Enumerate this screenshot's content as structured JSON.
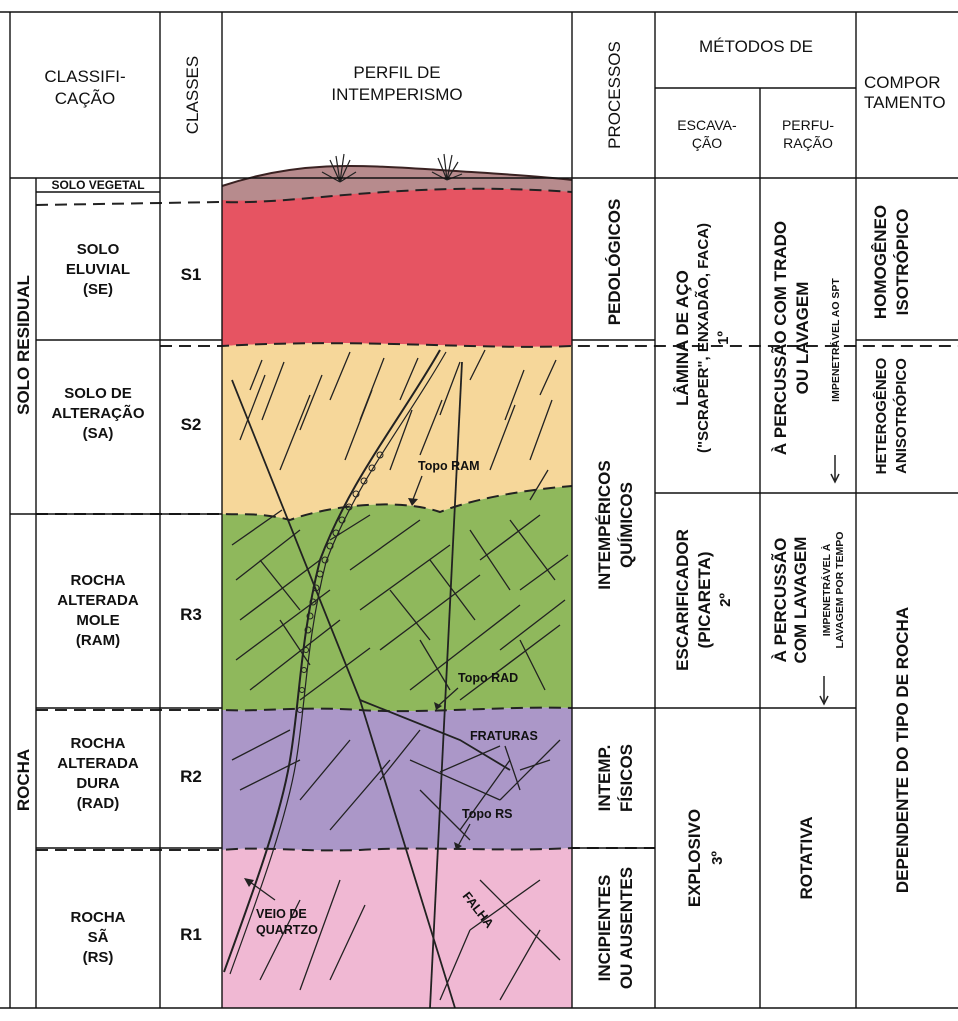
{
  "header": {
    "classificacao": [
      "CLASSIFI-",
      "CAÇÃO"
    ],
    "classes": "CLASSES",
    "perfil": [
      "PERFIL DE",
      "INTEMPERISMO"
    ],
    "processos": "PROCESSOS",
    "metodos": "MÉTODOS DE",
    "escavacao": [
      "ESCAVA-",
      "ÇÃO"
    ],
    "perfuracao": [
      "PERFU-",
      "RAÇÃO"
    ],
    "comportamento": [
      "COMPOR",
      "TAMENTO"
    ]
  },
  "groups": {
    "solo_residual": "SOLO RESIDUAL",
    "rocha": "ROCHA"
  },
  "layers": [
    {
      "name": [
        "SOLO VEGETAL"
      ],
      "class": "",
      "color": "#b78b8d"
    },
    {
      "name": [
        "SOLO",
        "ELUVIAL",
        "(SE)"
      ],
      "class": "S1",
      "color": "#e65462"
    },
    {
      "name": [
        "SOLO DE",
        "ALTERAÇÃO",
        "(SA)"
      ],
      "class": "S2",
      "color": "#f6d79a"
    },
    {
      "name": [
        "ROCHA",
        "ALTERADA",
        "MOLE",
        "(RAM)"
      ],
      "class": "R3",
      "color": "#8fb85c"
    },
    {
      "name": [
        "ROCHA",
        "ALTERADA",
        "DURA",
        "(RAD)"
      ],
      "class": "R2",
      "color": "#ab97c8"
    },
    {
      "name": [
        "ROCHA",
        "SÃ",
        "(RS)"
      ],
      "class": "R1",
      "color": "#f0b8d3"
    }
  ],
  "processos": {
    "pedologicos": "PEDOLÓGICOS",
    "intemperismo_quimico": [
      "INTEMPÉRICOS",
      "QUÍMICOS"
    ],
    "intemperismo_fisico": [
      "INTEMP.",
      "FÍSICOS"
    ],
    "incipientes": [
      "INCIPIENTES",
      "OU AUSENTES"
    ]
  },
  "escavacao": {
    "m1": [
      "LÂMINA DE AÇO",
      "(\"SCRAPER\", ENXADÃO, FACA)",
      "1º"
    ],
    "m2": [
      "ESCARIFICADOR",
      "(PICARETA)",
      "2º"
    ],
    "m3": [
      "EXPLOSIVO",
      "3º"
    ]
  },
  "perfuracao": {
    "p1": [
      "À PERCUSSÃO COM TRADO",
      "OU LAVAGEM"
    ],
    "p1_note": "IMPENETRÁVEL AO SPT",
    "p2": [
      "À PERCUSSÃO",
      "COM LAVAGEM"
    ],
    "p2_note": [
      "IMPENETRÁVEL À",
      "LAVAGEM POR TEMPO"
    ],
    "p3": "ROTATIVA"
  },
  "comportamento": {
    "c1": [
      "HOMOGÊNEO",
      "ISOTRÓPICO"
    ],
    "c2": [
      "HETEROGÊNEO",
      "ANISOTRÓPICO"
    ],
    "c3": "DEPENDENTE DO TIPO DE ROCHA"
  },
  "annotations": {
    "topo_ram": "Topo RAM",
    "topo_rad": "Topo RAD",
    "topo_rs": "Topo RS",
    "fraturas": "FRATURAS",
    "veio": [
      "VEIO DE",
      "QUARTZO"
    ],
    "falha": "FALHA"
  }
}
